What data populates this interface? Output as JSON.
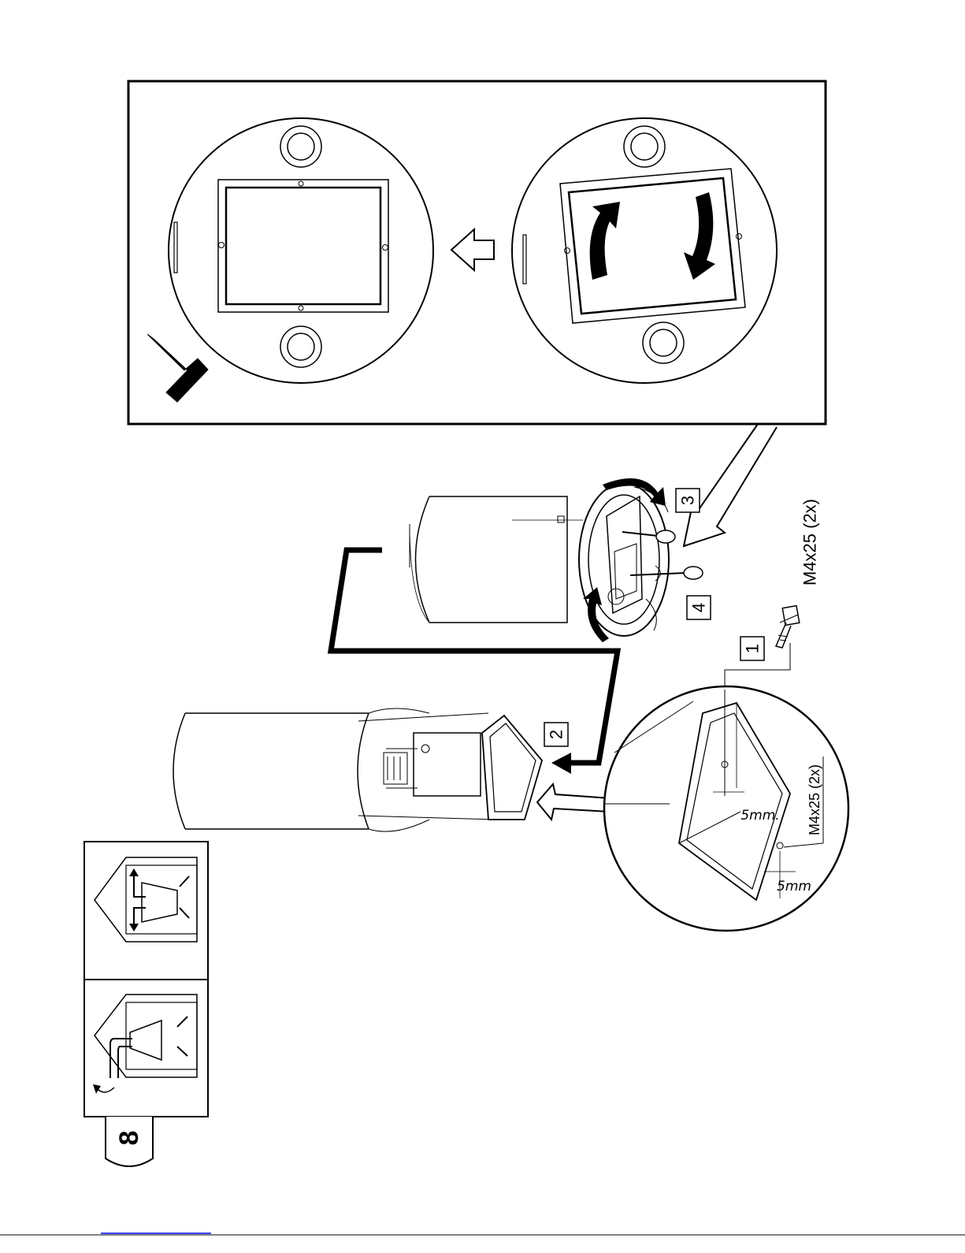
{
  "figure": {
    "page_number": "8",
    "steps": [
      "1",
      "2",
      "3",
      "4"
    ],
    "screw_label_main": "M4x25 (2x)",
    "screw_label_detail": "M4x25 (2x)",
    "gap_label_1": "5mm.",
    "gap_label_2": "5mm",
    "mode_icons": [
      "ducted-exhaust-icon",
      "recirculation-icon"
    ]
  }
}
